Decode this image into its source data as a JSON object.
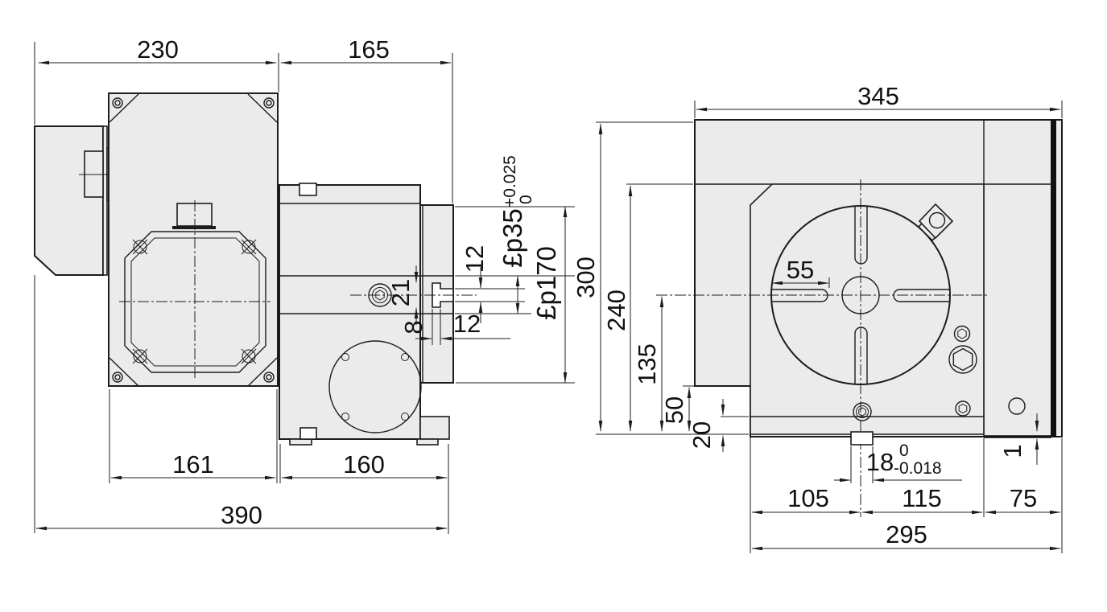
{
  "title": "rotary-table-dimension-drawing",
  "colors": {
    "line": "#1c1c1c",
    "body_fill": "#ebebeb",
    "background": "#ffffff",
    "stripe": "#111111"
  },
  "side_view": {
    "top_width": "230",
    "spindle_width": "165",
    "body_width": "161",
    "right_body_width": "160",
    "total_width": "390",
    "slot_opening": "12",
    "slot_inner_width": "21",
    "slot_inner_depth": "8",
    "slot_depth": "12",
    "bore": "£p35",
    "bore_tol_upper": "+0.025",
    "bore_tol_lower": "0",
    "faceplate": "£p170"
  },
  "front_view": {
    "body_width": "345",
    "total_height": "300",
    "shoulder_height": "240",
    "center_height": "135",
    "slot_length": "55",
    "step_height": "50",
    "base_height": "20",
    "key_width": "18",
    "key_tol_upper": "0",
    "key_tol_lower": "-0.018",
    "edge_step": "1",
    "center_offset_left": "105",
    "center_offset_right": "115",
    "side_width": "75",
    "base_width": "295"
  }
}
